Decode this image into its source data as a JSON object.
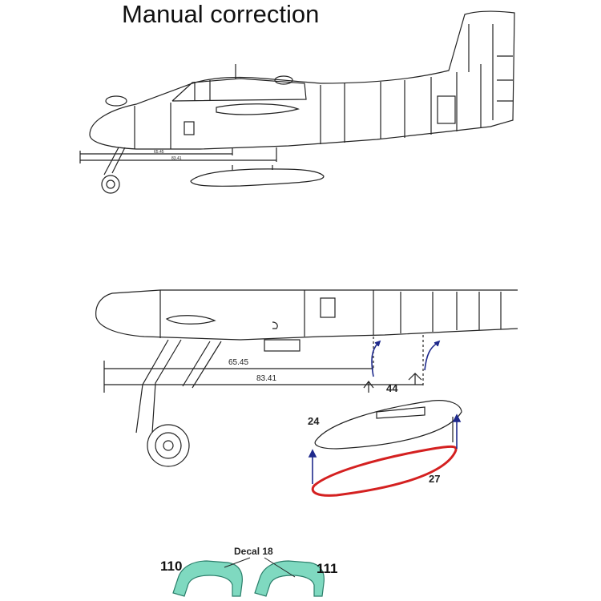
{
  "title": "Manual correction",
  "side_view": {
    "dim_short": "65.45",
    "dim_long": "83.41"
  },
  "detail_view": {
    "dim_short": "65.45",
    "dim_long": "83.41",
    "part_mount": "44",
    "part_fairing_top": "24",
    "part_fairing_bottom": "27"
  },
  "parts": {
    "decal_label": "Decal 18",
    "part_left": "110",
    "part_right": "111"
  },
  "colors": {
    "line": "#222222",
    "arrow": "#1f2a8c",
    "highlight": "#d42020",
    "clear_part": "#7fd9c0",
    "clear_part_edge": "#2a7e6a"
  }
}
